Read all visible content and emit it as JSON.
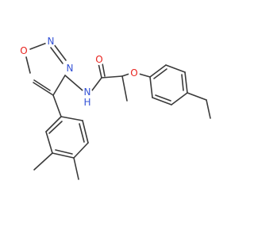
{
  "molecule": {
    "atom_labels": {
      "ring_oxygen": "O",
      "ring_nitrogen_top": "N",
      "ring_nitrogen_right": "N",
      "amide_nh": "N",
      "amide_nh_h": "H",
      "carbonyl_oxygen": "O",
      "ether_oxygen": "O"
    },
    "colors": {
      "bond": "#3a3a3a",
      "oxygen": "#e8231e",
      "nitrogen": "#3553d6"
    }
  }
}
